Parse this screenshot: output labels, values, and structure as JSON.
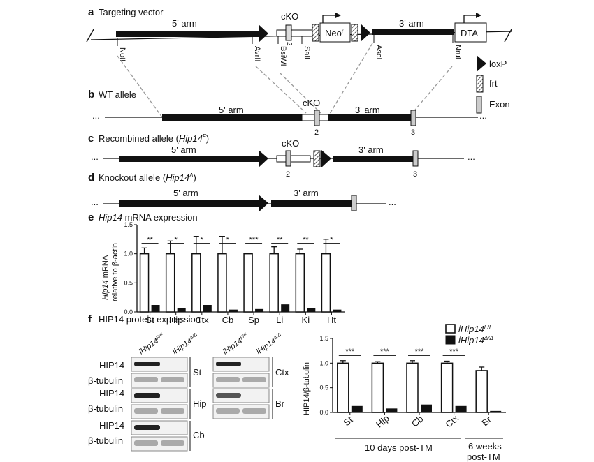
{
  "panel_a": {
    "letter": "a",
    "title": "Targeting vector",
    "arm5": "5' arm",
    "cko": "cKO",
    "exon": "2",
    "neo": "Neo",
    "neo_sup": "r",
    "arm3": "3' arm",
    "dta": "DTA",
    "sites": [
      "NotI",
      "AvrII",
      "BsiWI",
      "SalI",
      "AscI",
      "NruI"
    ]
  },
  "legend_elements": {
    "loxp": "loxP",
    "frt": "frt",
    "exon": "Exon"
  },
  "panel_b": {
    "letter": "b",
    "title": "WT allele",
    "arm5": "5' arm",
    "cko": "cKO",
    "arm3": "3' arm",
    "exon2": "2",
    "exon3": "3",
    "dots_left": "...",
    "dots_right": "..."
  },
  "panel_c": {
    "letter": "c",
    "title_pre": "Recombined allele (",
    "title_gene": "Hip14",
    "title_sup": "F",
    "title_post": ")",
    "arm5": "5' arm",
    "cko": "cKO",
    "arm3": "3' arm",
    "exon2": "2",
    "exon3": "3",
    "dots_left": "...",
    "dots_right": "..."
  },
  "panel_d": {
    "letter": "d",
    "title_pre": "Knockout allele (",
    "title_gene": "Hip14",
    "title_sup": "Δ",
    "title_post": ")",
    "arm5": "5' arm",
    "arm3": "3' arm",
    "dots_left": "...",
    "dots_right": "..."
  },
  "panel_e": {
    "letter": "e",
    "title_gene": "Hip14",
    "title_rest": " mRNA expression",
    "ylabel_gene": "Hip14",
    "ylabel_rest": " mRNA",
    "ylabel2": "relative to β-actin",
    "yticks": [
      "0.0",
      "0.5",
      "1.0",
      "1.5"
    ]
  },
  "panel_f": {
    "letter": "f",
    "title": "HIP14 protein expression",
    "col_ff": "iHip14",
    "col_ff_sup": "F/F",
    "col_dd": "iHip14",
    "col_dd_sup": "Δ/Δ",
    "hip14": "HIP14",
    "tubulin": "β-tubulin",
    "tissues_left": [
      "St",
      "Hip",
      "Cb"
    ],
    "tissues_right": [
      "Ctx",
      "Br"
    ],
    "ylabel": "HIP14/β-tubulin",
    "yticks": [
      "0.0",
      "0.5",
      "1.0",
      "1.5"
    ],
    "group1": "10 days post-TM",
    "group2_line1": "6 weeks",
    "group2_line2": "post-TM",
    "legend_ff": "iHip14",
    "legend_ff_sup": "F/F",
    "legend_dd": "iHip14",
    "legend_dd_sup": "Δ/Δ"
  },
  "chart_data": [
    {
      "type": "bar",
      "categories": [
        "St",
        "Hip",
        "Ctx",
        "Cb",
        "Sp",
        "Li",
        "Ki",
        "Ht"
      ],
      "series": [
        {
          "values": [
            1.0,
            1.0,
            1.0,
            1.0,
            1.0,
            1.0,
            1.0,
            1.0
          ],
          "errors": [
            0.1,
            0.22,
            0.3,
            0.3,
            0.0,
            0.12,
            0.08,
            0.25
          ]
        },
        {
          "values": [
            0.1,
            0.05,
            0.1,
            0.03,
            0.04,
            0.11,
            0.05,
            0.03
          ],
          "errors": [
            0.02,
            0.01,
            0.02,
            0.01,
            0.01,
            0.02,
            0.01,
            0.01
          ]
        }
      ],
      "significance": [
        "**",
        "*",
        "*",
        "*",
        "***",
        "**",
        "**",
        "*"
      ],
      "ylim": [
        0,
        1.5
      ]
    },
    {
      "type": "bar",
      "categories": [
        "St",
        "Hip",
        "Cb",
        "Ctx",
        "Br"
      ],
      "series": [
        {
          "name": "iHip14 F/F",
          "values": [
            1.0,
            1.0,
            1.0,
            1.0,
            0.85
          ],
          "errors": [
            0.05,
            0.03,
            0.05,
            0.04,
            0.07
          ]
        },
        {
          "name": "iHip14 Δ/Δ",
          "values": [
            0.12,
            0.07,
            0.14,
            0.12,
            0.02
          ],
          "errors": [
            0.01,
            0.01,
            0.02,
            0.01,
            0.01
          ]
        }
      ],
      "significance": [
        "***",
        "***",
        "***",
        "***",
        ""
      ],
      "ylim": [
        0,
        1.5
      ]
    }
  ]
}
